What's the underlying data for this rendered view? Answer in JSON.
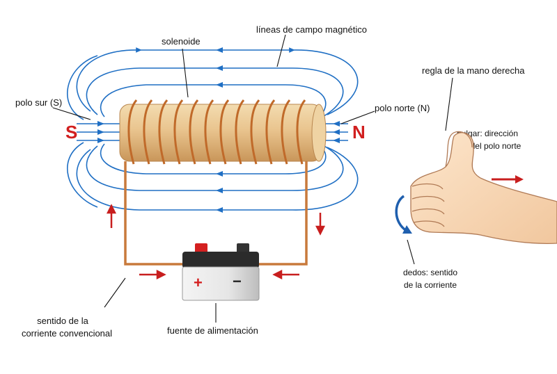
{
  "labels": {
    "field_lines": "líneas de campo magnético",
    "solenoid": "solenoide",
    "south_pole": "polo sur (S)",
    "north_pole": "polo norte (N)",
    "south_letter": "S",
    "north_letter": "N",
    "current_line1": "sentido de la",
    "current_line2": "corriente convencional",
    "power_supply": "fuente de alimentación",
    "rule_title": "regla de la mano derecha",
    "thumb_line1": "pulgar: dirección",
    "thumb_line2": "del polo norte",
    "fingers_line1": "dedos: sentido",
    "fingers_line2": "de la corriente",
    "plus": "+",
    "minus": "−"
  },
  "colors": {
    "field_line": "#1f6fc4",
    "arrow_red": "#c81e1e",
    "wire_copper": "#c87a3c",
    "core": "#e6c08a",
    "battery_red_terminal": "#d42020"
  },
  "icons": {
    "hand": "thumbs-up-hand-icon",
    "rotation": "curved-arrow-icon"
  }
}
